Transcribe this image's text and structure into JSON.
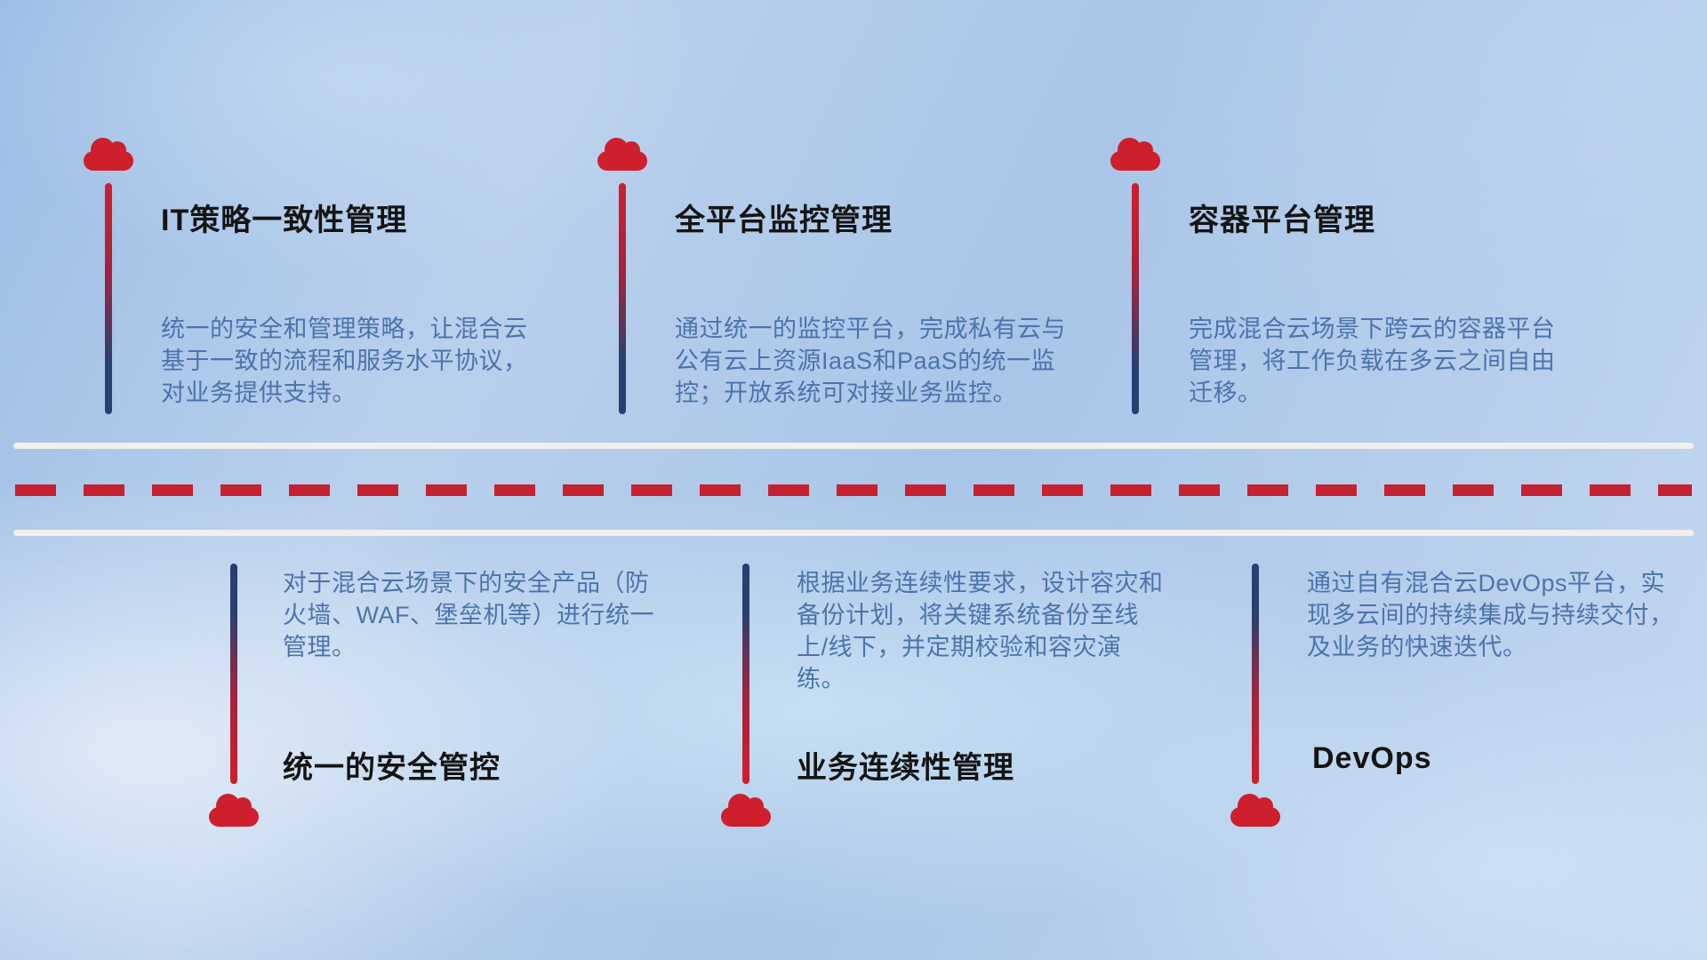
{
  "top_items": [
    {
      "title": "IT策略一致性管理",
      "description": "统一的安全和管理策略，让混合云基于一致的流程和服务水平协议，对业务提供支持。"
    },
    {
      "title": "全平台监控管理",
      "description": "通过统一的监控平台，完成私有云与公有云上资源IaaS和PaaS的统一监控；开放系统可对接业务监控。"
    },
    {
      "title": "容器平台管理",
      "description": "完成混合云场景下跨云的容器平台管理，将工作负载在多云之间自由迁移。"
    }
  ],
  "bottom_items": [
    {
      "title": "统一的安全管控",
      "description": "对于混合云场景下的安全产品（防火墙、WAF、堡垒机等）进行统一管理。"
    },
    {
      "title": "业务连续性管理",
      "description": "根据业务连续性要求，设计容灾和备份计划，将关键系统备份至线上/线下，并定期校验和容灾演练。"
    },
    {
      "title": "DevOps",
      "description": "通过自有混合云DevOps平台，实现多云间的持续集成与持续交付，及业务的快速迭代。"
    }
  ],
  "colors": {
    "cloud_red": "#ce1f2d",
    "dash_red": "#c52130",
    "line_navy": "#28406e",
    "road_white": "#f2efec",
    "title_text": "#141414",
    "description_text": "#4d73ac"
  }
}
